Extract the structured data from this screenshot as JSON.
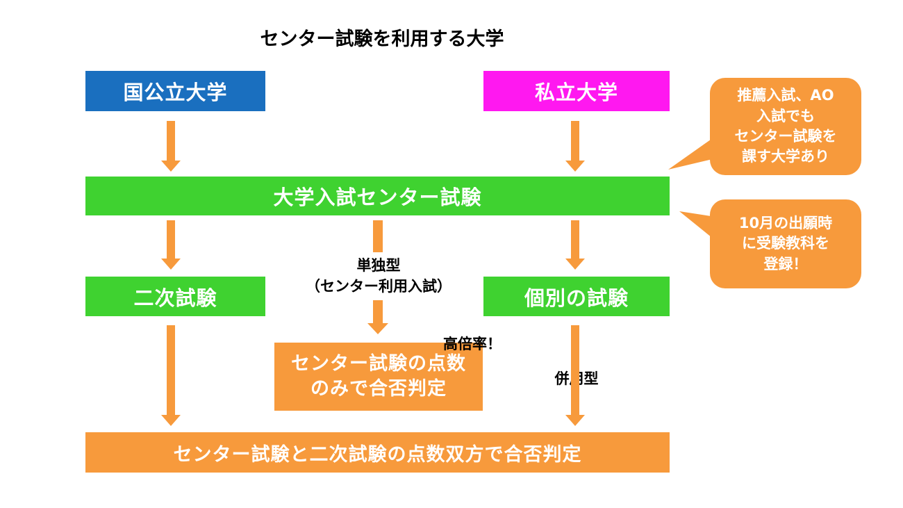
{
  "title": "センター試験を利用する大学",
  "boxes": {
    "national": "国公立大学",
    "private": "私立大学",
    "center_exam": "大学入試センター試験",
    "secondary_exam": "二次試験",
    "individual_exam": "個別の試験",
    "center_only": [
      "センター試験の点数",
      "のみで合否判定"
    ],
    "combined": "センター試験と二次試験の点数双方で合否判定"
  },
  "labels": {
    "single_type": [
      "単独型",
      "（センター利用入試）"
    ],
    "high_ratio": "高倍率！",
    "combined_type": "併用型"
  },
  "callouts": {
    "recommendation": [
      "推薦入試、AO",
      "入試でも",
      "センター試験を",
      "課す大学あり"
    ],
    "registration": [
      "10月の出願時",
      "に受験教科を",
      "登録！"
    ]
  },
  "colors": {
    "national_box": "#1a6fbf",
    "private_box": "#ff18f0",
    "green_box": "#3fd230",
    "orange": "#f79a3c"
  }
}
